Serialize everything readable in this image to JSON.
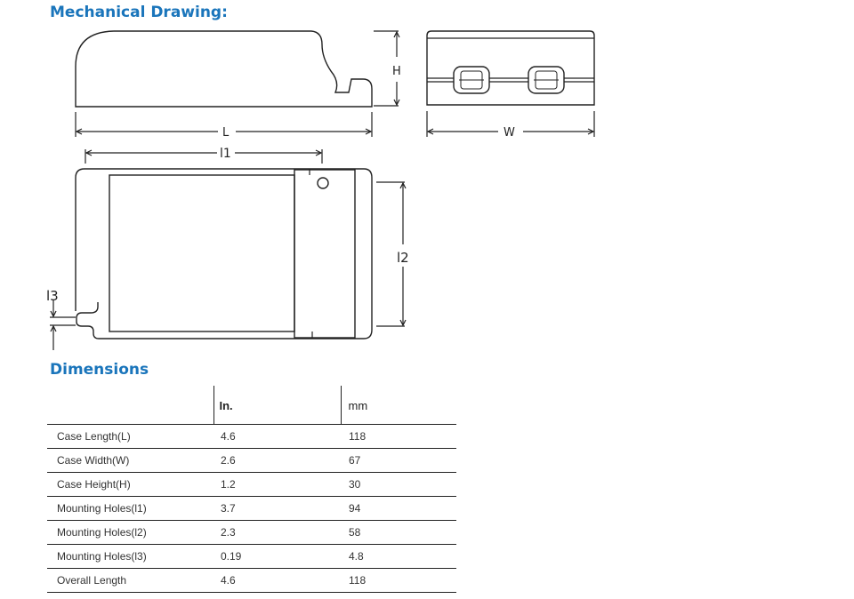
{
  "headings": {
    "mechanical": "Mechanical Drawing:",
    "dimensions": "Dimensions"
  },
  "drawing_labels": {
    "L": "L",
    "l1": "l1",
    "H": "H",
    "W": "W",
    "l2": "l2",
    "l3": "l3"
  },
  "table": {
    "headers": [
      "",
      "In.",
      "mm"
    ],
    "rows": [
      [
        "Case Length(L)",
        "4.6",
        "118"
      ],
      [
        "Case Width(W)",
        "2.6",
        "67"
      ],
      [
        "Case Height(H)",
        "1.2",
        "30"
      ],
      [
        "Mounting Holes(l1)",
        "3.7",
        "94"
      ],
      [
        "Mounting Holes(l2)",
        "2.3",
        "58"
      ],
      [
        "Mounting Holes(l3)",
        "0.19",
        "4.8"
      ],
      [
        "Overall Length",
        "4.6",
        "118"
      ]
    ]
  },
  "colors": {
    "heading": "#1a75bb",
    "line": "#222222"
  }
}
